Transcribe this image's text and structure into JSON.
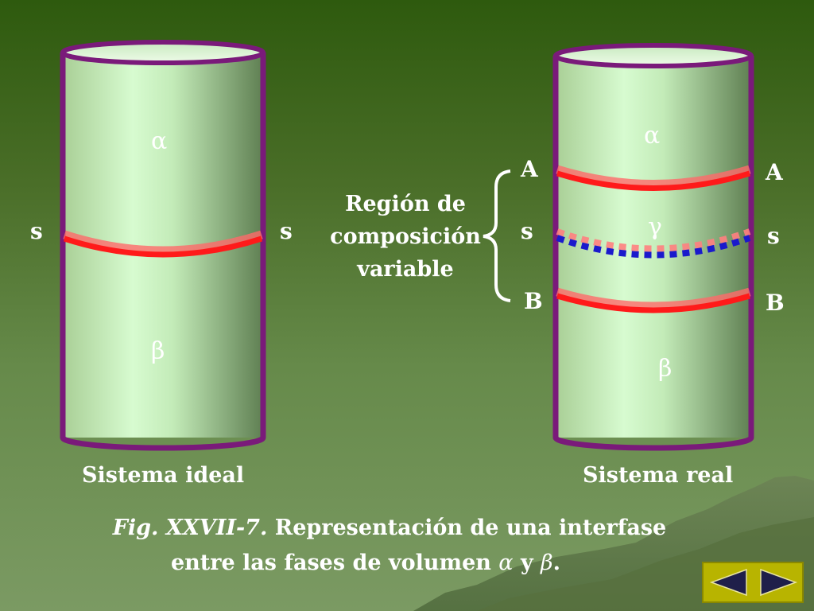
{
  "left_cylinder": {
    "alpha": "α",
    "beta": "β",
    "s_left": "s",
    "s_right": "s",
    "caption": "Sistema ideal"
  },
  "right_cylinder": {
    "alpha": "α",
    "gamma": "γ",
    "beta": "β",
    "a_left": "A",
    "a_right": "A",
    "s_left": "s",
    "s_right": "s",
    "b_left": "B",
    "b_right": "B",
    "caption": "Sistema real"
  },
  "region": {
    "line1": "Región de",
    "line2": "composición",
    "line3": "variable"
  },
  "figure_caption": {
    "fig": "Fig. XXVII-7.",
    "line1_text": "Representación de una interfase",
    "line2_text": "entre las fases de volumen",
    "alpha": "α",
    "and": "y",
    "beta": "β",
    "period": "."
  },
  "colors": {
    "cylinder_border": "#7a1a7a",
    "interface_red": "#ff1a1a",
    "interface_blue": "#1a1acc",
    "nav_bg": "#b8b400"
  },
  "nav": {
    "prev_icon": "triangle-left-icon",
    "next_icon": "triangle-right-icon"
  }
}
